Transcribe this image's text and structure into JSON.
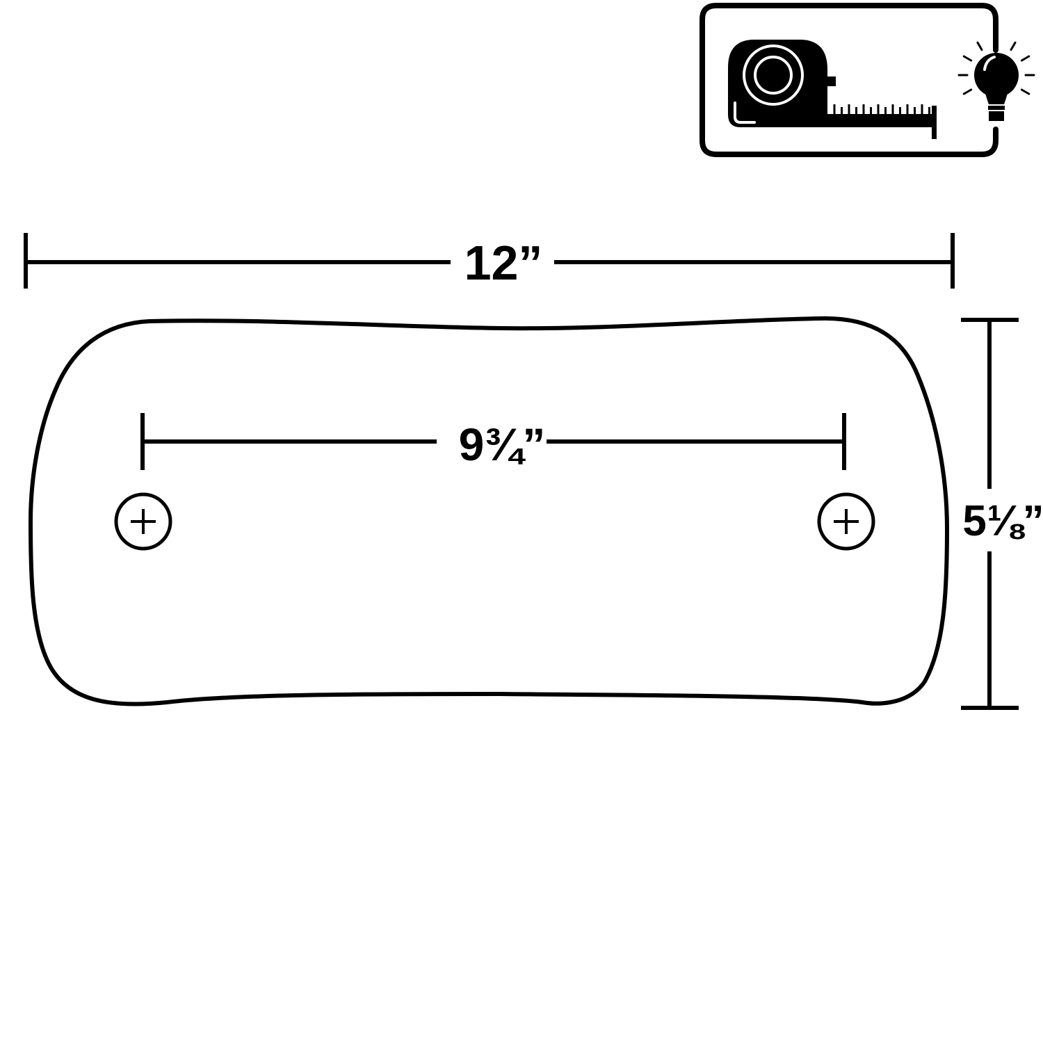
{
  "colors": {
    "ink": "#000000",
    "paper": "#ffffff"
  },
  "dimensions": {
    "overall_width": "12”",
    "hole_spacing": "9¾”",
    "overall_height": "5⅛”"
  },
  "icons": {
    "badge": [
      "tape-measure-icon",
      "light-bulb-icon"
    ],
    "holes": [
      "mounting-hole-left",
      "mounting-hole-right"
    ]
  }
}
